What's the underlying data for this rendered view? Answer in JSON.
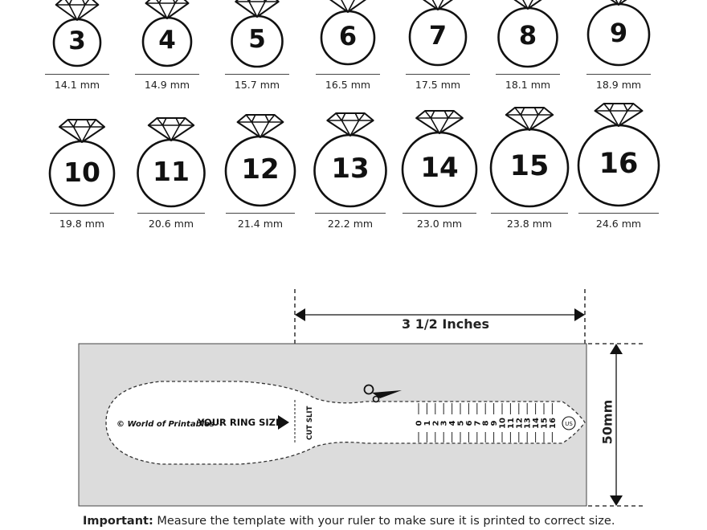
{
  "ring_sizes": [
    {
      "size": "3",
      "mm": "14.1 mm"
    },
    {
      "size": "4",
      "mm": "14.9 mm"
    },
    {
      "size": "5",
      "mm": "15.7 mm"
    },
    {
      "size": "6",
      "mm": "16.5 mm"
    },
    {
      "size": "7",
      "mm": "17.5 mm"
    },
    {
      "size": "8",
      "mm": "18.1 mm"
    },
    {
      "size": "9",
      "mm": "18.9 mm"
    },
    {
      "size": "10",
      "mm": "19.8 mm"
    },
    {
      "size": "11",
      "mm": "20.6 mm"
    },
    {
      "size": "12",
      "mm": "21.4 mm"
    },
    {
      "size": "13",
      "mm": "22.2 mm"
    },
    {
      "size": "14",
      "mm": "23.0 mm"
    },
    {
      "size": "15",
      "mm": "23.8 mm"
    },
    {
      "size": "16",
      "mm": "24.6 mm"
    }
  ],
  "template": {
    "width_label": "3 1/2 Inches",
    "height_label": "50mm",
    "brand": "© World of Printables ♡",
    "your_ring_size": "YOUR RING SIZE",
    "cut_slit": "CUT SLIT",
    "scale_numbers": [
      "0",
      "1",
      "2",
      "3",
      "4",
      "5",
      "6",
      "7",
      "8",
      "9",
      "10",
      "11",
      "12",
      "13",
      "14",
      "15",
      "16"
    ],
    "us_badge": "US"
  },
  "note": {
    "bold": "Important:",
    "text": " Measure the template with your ruler to make sure it is printed to correct size."
  },
  "colors": {
    "template_bg": "#dcdcdc",
    "ink": "#111111"
  }
}
